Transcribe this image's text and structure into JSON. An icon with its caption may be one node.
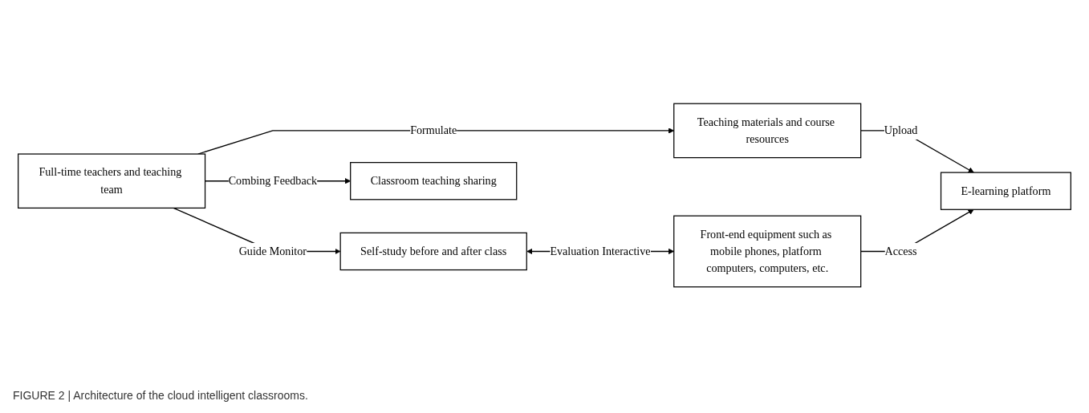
{
  "diagram": {
    "caption": "FIGURE 2 | Architecture of the cloud intelligent classrooms.",
    "nodes": [
      {
        "text": [
          "Full-time teachers and teaching team"
        ]
      },
      {
        "text": [
          "Teaching materials and course resources"
        ]
      },
      {
        "text": [
          "E-learning platform"
        ]
      },
      {
        "text": [
          "Self-study before and after class"
        ]
      },
      {
        "text": [
          "Front-end equipment such as mobile phones, platform computers, computers, etc."
        ]
      },
      {
        "text": [
          "Classroom teaching sharing"
        ]
      }
    ],
    "edges": [
      {
        "from": 0,
        "to": 1,
        "arrow": "to",
        "label": "Formulate"
      },
      {
        "from": 1,
        "to": 2,
        "arrow": "to",
        "label": "Upload"
      },
      {
        "from": 4,
        "to": 2,
        "arrow": "to",
        "label": "Access"
      },
      {
        "from": 0,
        "to": 3,
        "arrow": "to",
        "label": "Guide Monitor"
      },
      {
        "from": 3,
        "to": 4,
        "arrow": "both",
        "label": "Evaluation Interactive"
      },
      {
        "from": 0,
        "to": 5,
        "arrow": "to",
        "label": "Combing Feedback"
      }
    ]
  }
}
